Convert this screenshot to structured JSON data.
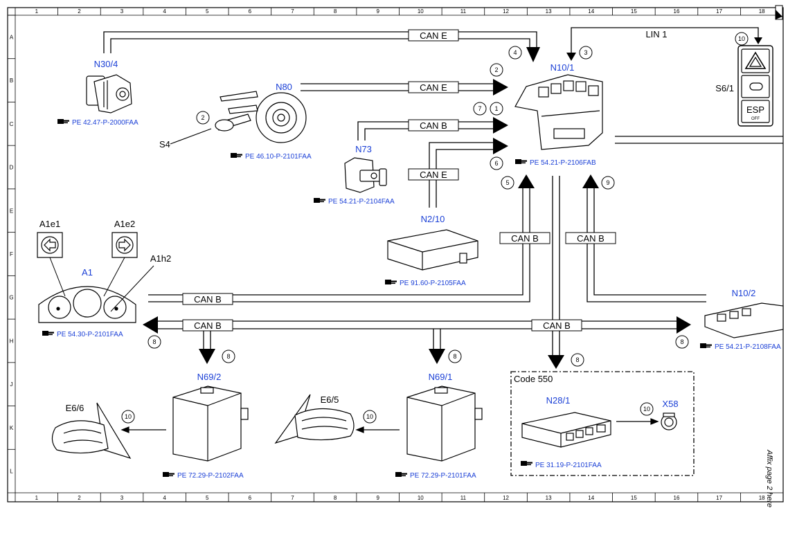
{
  "grid": {
    "columns": [
      "1",
      "2",
      "3",
      "4",
      "5",
      "6",
      "7",
      "8",
      "9",
      "10",
      "11",
      "12",
      "13",
      "14",
      "15",
      "16",
      "17",
      "18"
    ],
    "rows": [
      "A",
      "B",
      "C",
      "D",
      "E",
      "F",
      "G",
      "H",
      "J",
      "K",
      "L"
    ]
  },
  "bus_labels": {
    "can_e": "CAN E",
    "can_b": "CAN B",
    "lin_1": "LIN 1"
  },
  "components": {
    "n30_4": {
      "name": "N30/4",
      "ref": "PE 42.47-P-2000FAA"
    },
    "n80": {
      "name": "N80",
      "ref": "PE 46.10-P-2101FAA"
    },
    "s4": {
      "name": "S4"
    },
    "n73": {
      "name": "N73",
      "ref": "PE 54.21-P-2104FAA"
    },
    "n2_10": {
      "name": "N2/10",
      "ref": "PE 91.60-P-2105FAA"
    },
    "n10_1": {
      "name": "N10/1",
      "ref": "PE 54.21-P-2106FAB"
    },
    "s6_1": {
      "name": "S6/1",
      "esp": "ESP",
      "off": "OFF"
    },
    "a1": {
      "name": "A1",
      "ref": "PE 54.30-P-2101FAA"
    },
    "a1e1": {
      "name": "A1e1"
    },
    "a1e2": {
      "name": "A1e2"
    },
    "a1h2": {
      "name": "A1h2"
    },
    "n10_2": {
      "name": "N10/2",
      "ref": "PE 54.21-P-2108FAA"
    },
    "n69_2": {
      "name": "N69/2",
      "ref": "PE 72.29-P-2102FAA"
    },
    "n69_1": {
      "name": "N69/1",
      "ref": "PE 72.29-P-2101FAA"
    },
    "e6_6": {
      "name": "E6/6"
    },
    "e6_5": {
      "name": "E6/5"
    },
    "n28_1": {
      "name": "N28/1",
      "ref": "PE 31.19-P-2101FAA"
    },
    "x58": {
      "name": "X58"
    },
    "code_550": {
      "label": "Code 550"
    }
  },
  "markers": {
    "m1": "1",
    "m2": "2",
    "m3": "3",
    "m4": "4",
    "m5": "5",
    "m6": "6",
    "m7": "7",
    "m8": "8",
    "m9": "9",
    "m10": "10"
  },
  "side_note": "Affix page 2 here",
  "colors": {
    "component_label": "#1a3fd6",
    "line": "#000000"
  }
}
